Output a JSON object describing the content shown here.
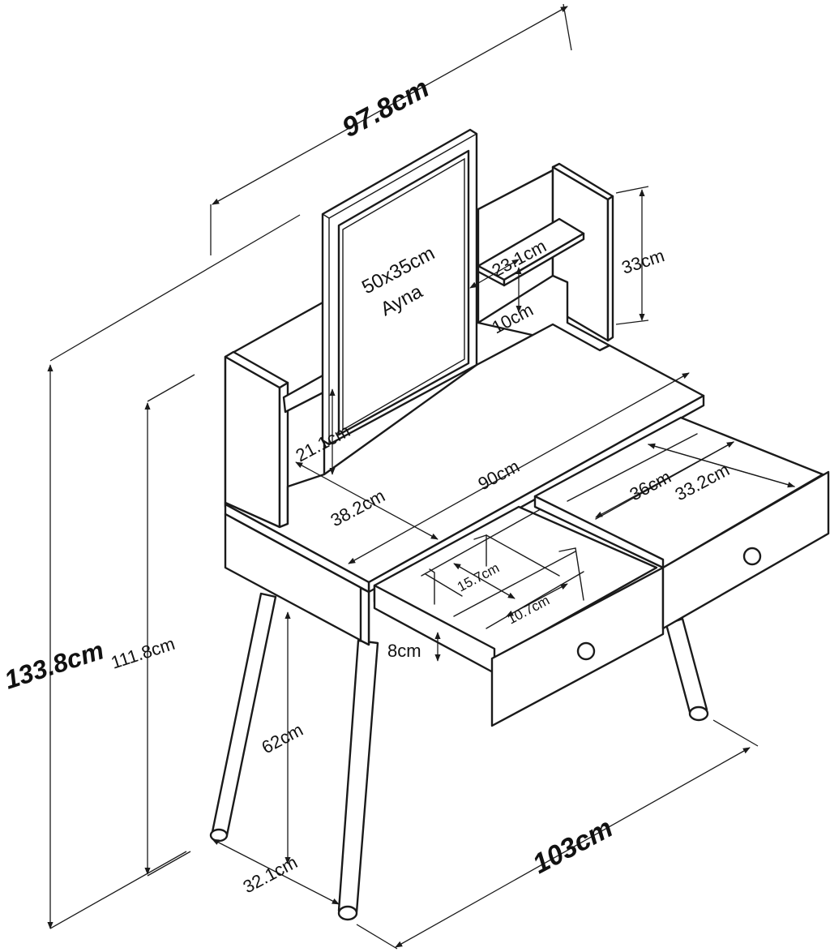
{
  "labels": {
    "width_total": "97.8cm",
    "mirror_size": "50x35cm",
    "mirror_name": "Ayna",
    "shelf_depth": "23.1cm",
    "hutch_height": "33cm",
    "shelf_gap": "10cm",
    "left_shelf_height": "21.1cm",
    "desk_width": "90cm",
    "desk_depth": "38.2cm",
    "drawer_width": "36cm",
    "drawer_depth": "33.2cm",
    "compartment_a": "15.7cm",
    "compartment_b": "10.7cm",
    "drawer_height": "8cm",
    "height_total": "133.8cm",
    "height_desk_top": "111.8cm",
    "leg_height": "62cm",
    "leg_spread_depth": "32.1cm",
    "leg_spread_width": "103cm"
  },
  "colors": {
    "stroke": "#1a1a1a",
    "background": "#ffffff"
  }
}
